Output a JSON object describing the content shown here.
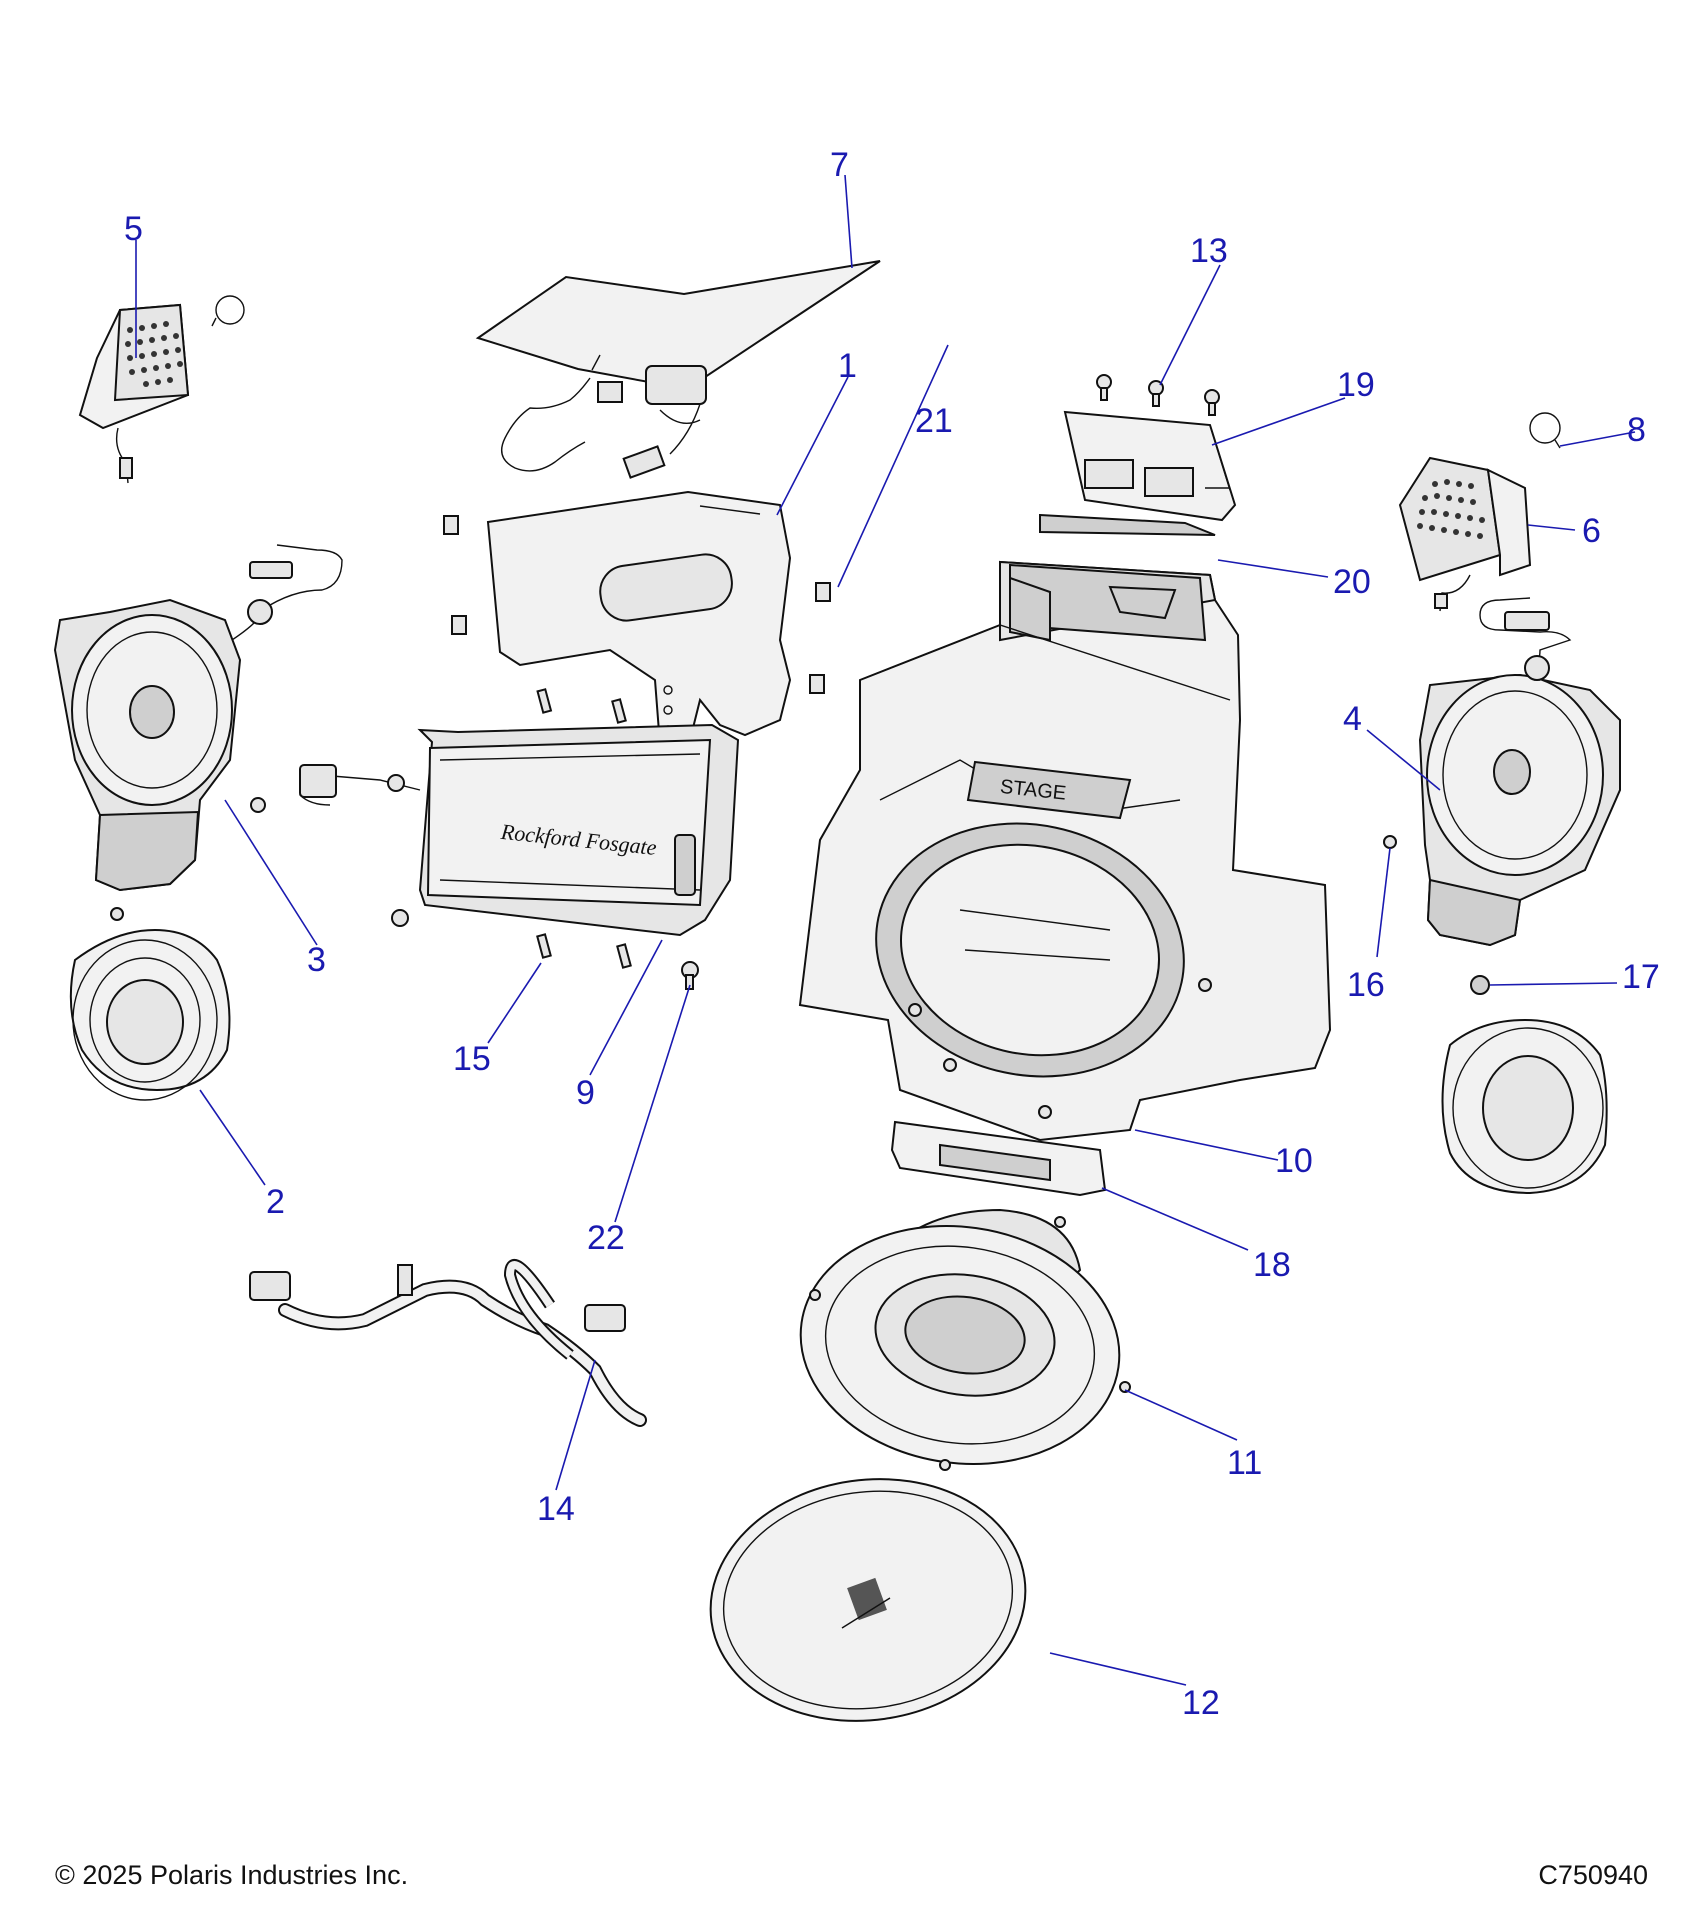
{
  "callouts": {
    "c1": "1",
    "c2": "2",
    "c3": "3",
    "c4": "4",
    "c5": "5",
    "c6": "6",
    "c7": "7",
    "c8": "8",
    "c9": "9",
    "c10": "10",
    "c11": "11",
    "c12": "12",
    "c13": "13",
    "c14": "14",
    "c15": "15",
    "c16": "16",
    "c17": "17",
    "c18": "18",
    "c19": "19",
    "c20": "20",
    "c21": "21",
    "c22": "22"
  },
  "amp_brand": "Rockford Fosgate",
  "enclosure_badge": "STAGE",
  "footer": {
    "copyright": "© 2025 Polaris Industries Inc.",
    "drawing_id": "C750940"
  },
  "colors": {
    "callout": "#1a1ab0",
    "line": "#111111",
    "fill": "#e6e6e6"
  }
}
